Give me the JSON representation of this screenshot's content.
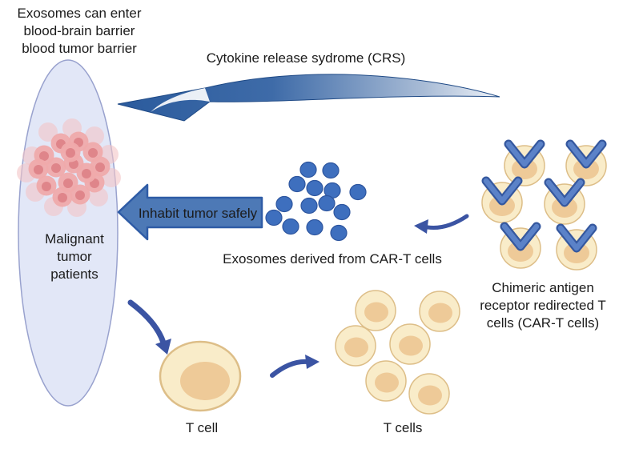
{
  "texts": {
    "barrier_note_line1": "Exosomes can enter",
    "barrier_note_line2": "blood-brain barrier",
    "barrier_note_line3": "blood tumor barrier",
    "crs_label": "Cytokine release sydrome (CRS)",
    "inhabit_label": "Inhabit tumor safely",
    "exosomes_caption": "Exosomes derived from CAR-T cells",
    "cart_caption_line1": "Chimeric antigen",
    "cart_caption_line2": "receptor redirected T",
    "cart_caption_line3": "cells (CAR-T cells)",
    "patient_label_line1": "Malignant",
    "patient_label_line2": "tumor",
    "patient_label_line3": "patients",
    "tcell_label": "T cell",
    "tcells_label": "T cells"
  },
  "entities": {
    "exosome_count": 14,
    "cart_cell_count": 6,
    "tcell_cluster_count": 6
  },
  "colors": {
    "swoosh_dark": "#2b5b9d",
    "swoosh_mid": "#3e6ba8",
    "swoosh_fade": "#a9bcd6",
    "swoosh_light": "#eef2f8",
    "swoosh_edge": "#1f4a86",
    "block_arrow_fill": "#4d79b6",
    "block_arrow_border": "#2f5ca6",
    "curved_arrow": "#3b54a3",
    "exosome_fill": "#3e6fbe",
    "exosome_border": "#2e569f",
    "cell_body": "#f9ecc9",
    "cell_border": "#ddbe88",
    "cell_nucleus": "#eeca98",
    "receptor_outer": "#35589f",
    "receptor_inner": "#5b82c8",
    "patient_ellipse_fill": "#e2e7f7",
    "patient_ellipse_border": "#99a2ce",
    "tumor_halo": "#f3c4c6",
    "tumor_body": "#efaaab",
    "tumor_core": "#dd8186",
    "text": "#1b1b1b"
  }
}
